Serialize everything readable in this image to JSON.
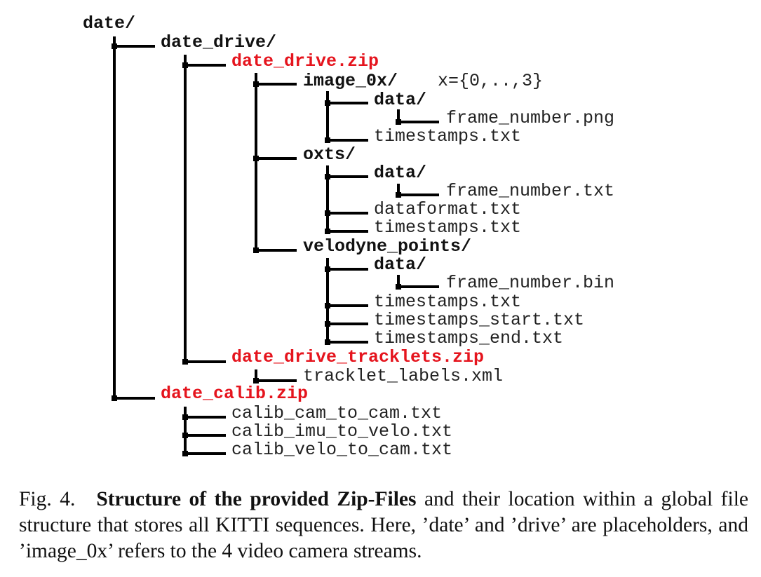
{
  "tree": {
    "root": {
      "label": "date/"
    },
    "drive_dir": {
      "label": "date_drive/"
    },
    "drive_zip": {
      "label": "date_drive.zip"
    },
    "image_dir": {
      "label": "image_0x/",
      "note": "x={0,..,3}"
    },
    "image_data_dir": {
      "label": "data/"
    },
    "image_frame_file": {
      "label": "frame_number.png"
    },
    "image_timestamps_file": {
      "label": "timestamps.txt"
    },
    "oxts_dir": {
      "label": "oxts/"
    },
    "oxts_data_dir": {
      "label": "data/"
    },
    "oxts_frame_file": {
      "label": "frame_number.txt"
    },
    "oxts_dataformat_file": {
      "label": "dataformat.txt"
    },
    "oxts_timestamps_file": {
      "label": "timestamps.txt"
    },
    "velo_dir": {
      "label": "velodyne_points/"
    },
    "velo_data_dir": {
      "label": "data/"
    },
    "velo_frame_file": {
      "label": "frame_number.bin"
    },
    "velo_timestamps_file": {
      "label": "timestamps.txt"
    },
    "velo_timestamps_start_file": {
      "label": "timestamps_start.txt"
    },
    "velo_timestamps_end_file": {
      "label": "timestamps_end.txt"
    },
    "tracklets_zip": {
      "label": "date_drive_tracklets.zip"
    },
    "tracklet_labels_file": {
      "label": "tracklet_labels.xml"
    },
    "calib_zip": {
      "label": "date_calib.zip"
    },
    "calib_cam_file": {
      "label": "calib_cam_to_cam.txt"
    },
    "calib_imu_file": {
      "label": "calib_imu_to_velo.txt"
    },
    "calib_velo_file": {
      "label": "calib_velo_to_cam.txt"
    }
  },
  "caption": {
    "fig_num": "Fig. 4.",
    "title": "Structure of the provided Zip-Files",
    "text": " and their location within a global file structure that stores all KITTI sequences. Here, ’date’ and ’drive’ are placeholders, and ’image_0x’ refers to the 4 video camera streams."
  },
  "colors": {
    "zip": "#e5141d",
    "lines": "#000000",
    "text": "#222222"
  }
}
